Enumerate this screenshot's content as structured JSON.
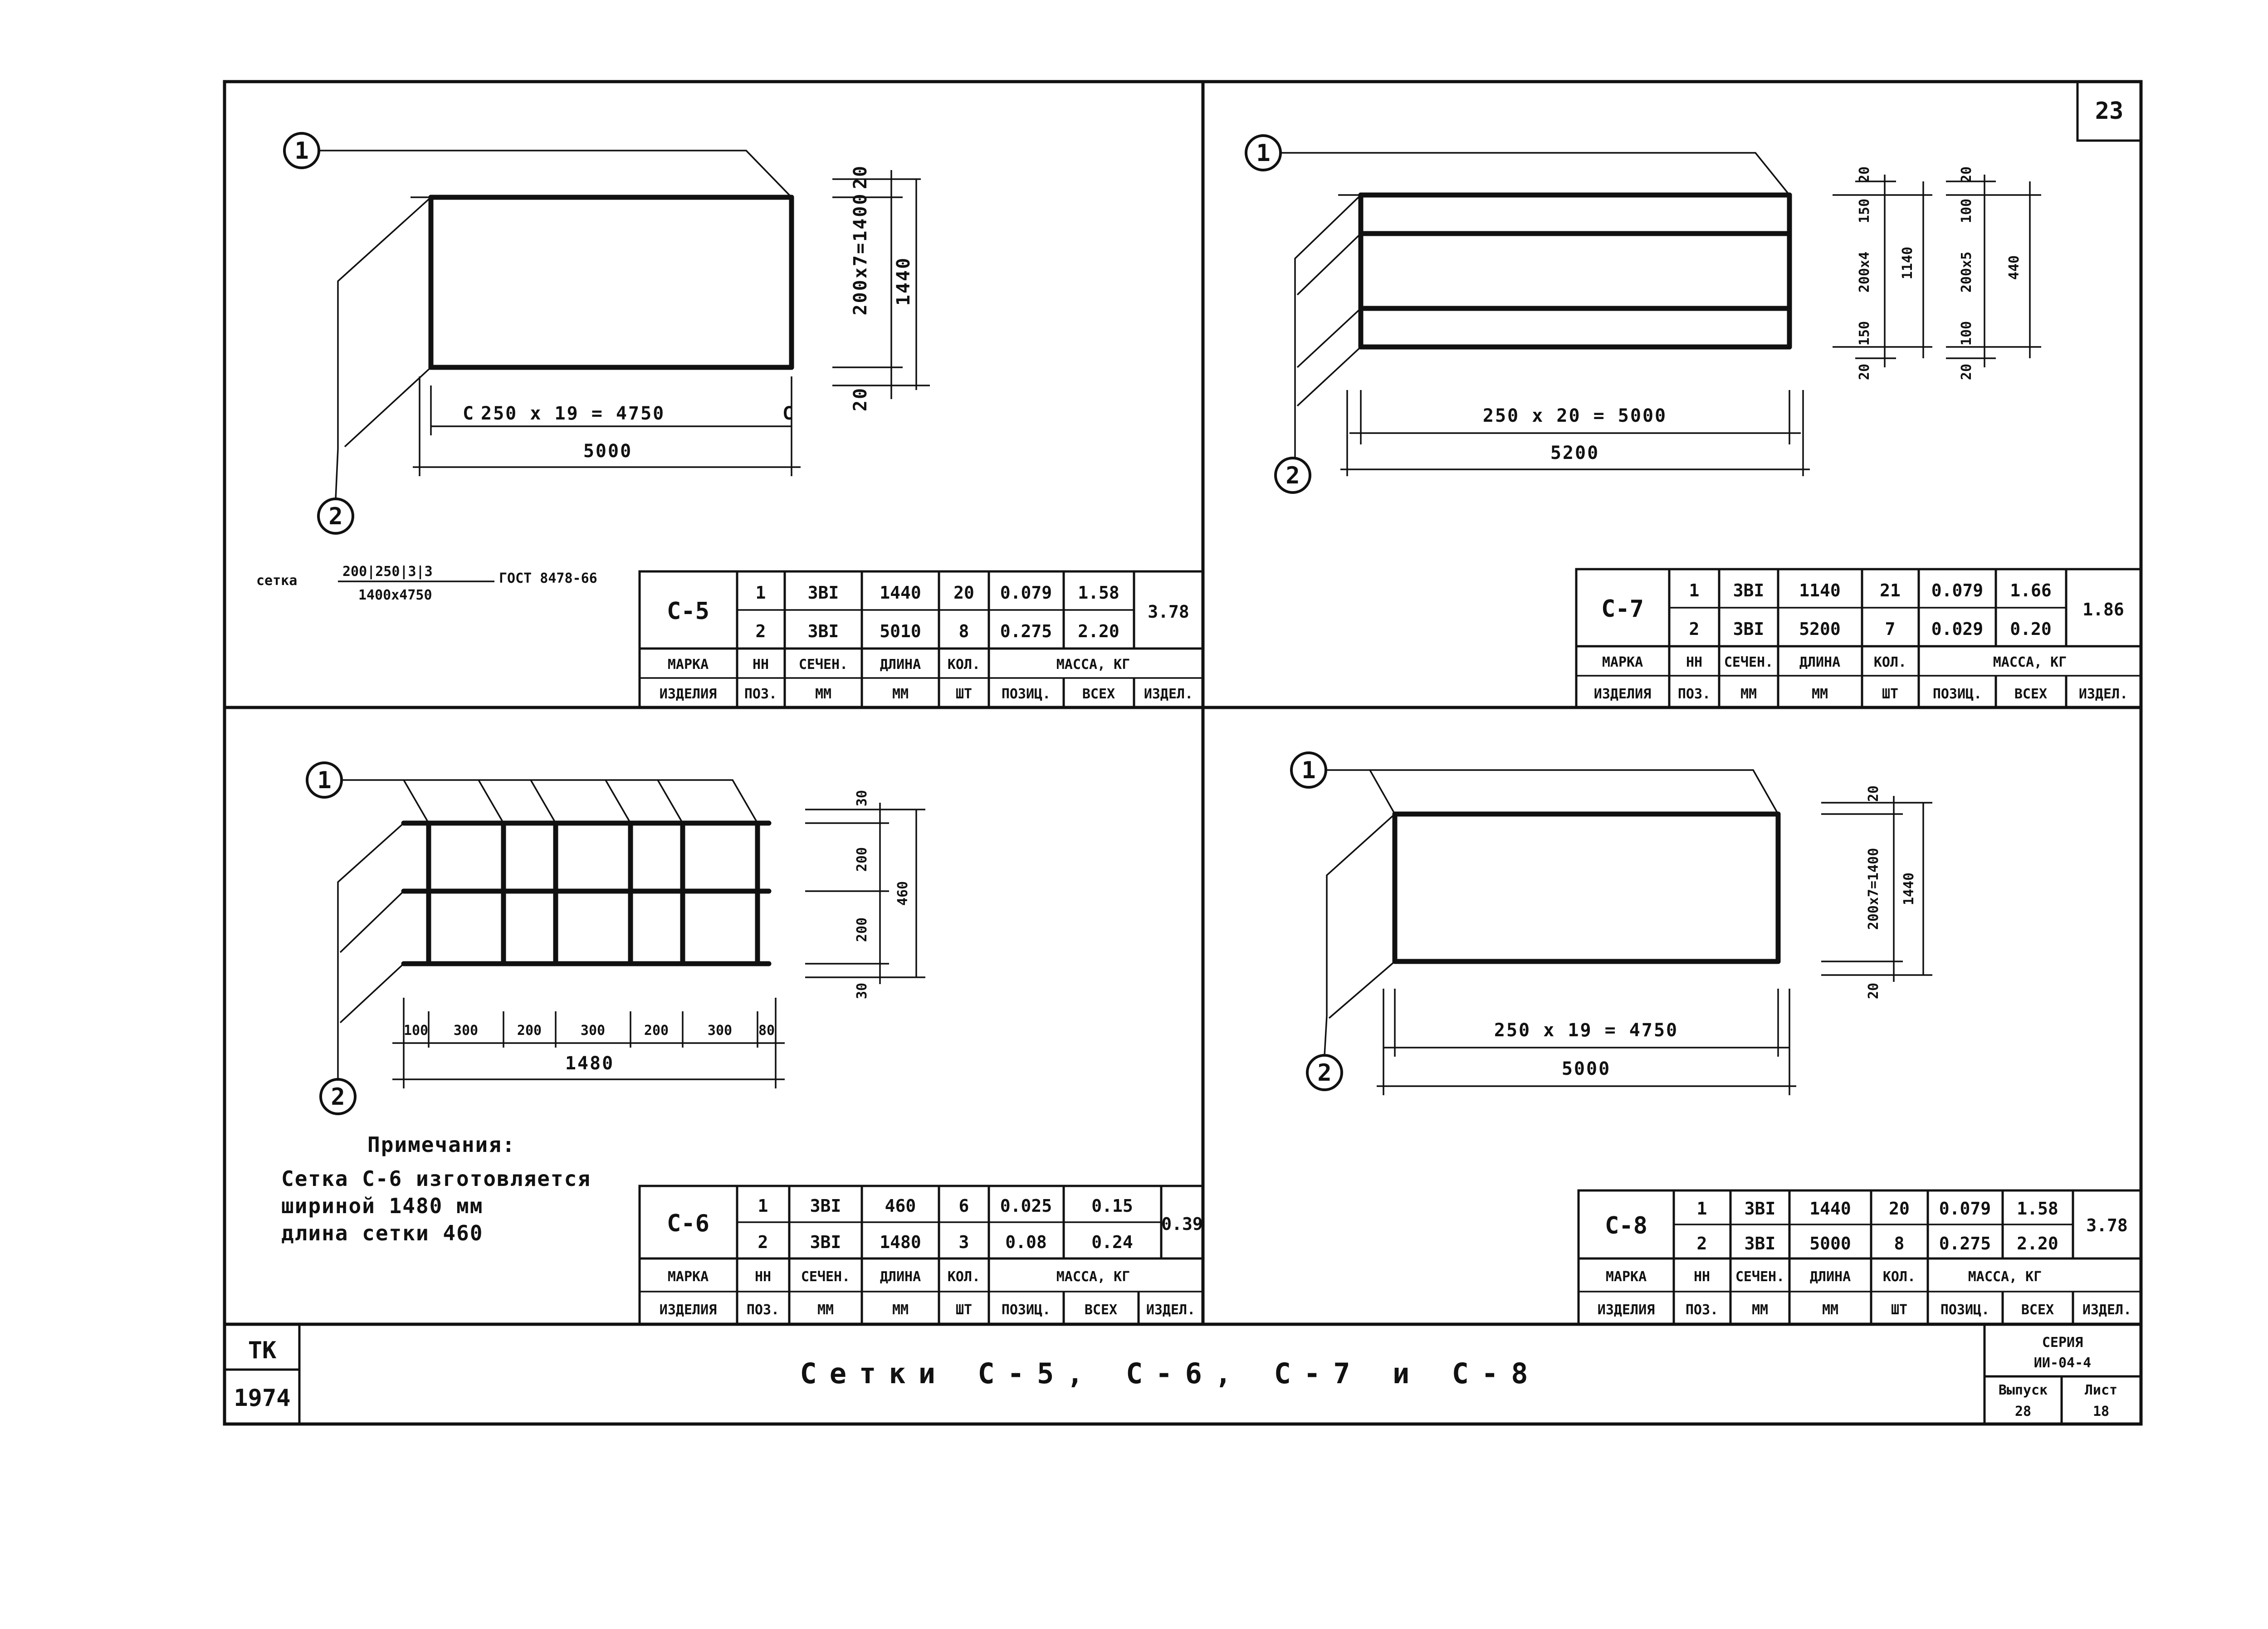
{
  "sheet": {
    "page_number": "23",
    "title": "Сетки С-5, С-6, С-7 и С-8",
    "stamp_org": "ТК",
    "stamp_year": "1974",
    "series_label": "СЕРИЯ",
    "series_value": "ИИ-04-4",
    "issue_label": "Выпуск",
    "issue_value": "28",
    "sheet_label": "Лист",
    "sheet_value": "18"
  },
  "table_headers": {
    "mark_1": "МАРКА",
    "mark_2": "ИЗДЕЛИЯ",
    "pos_1": "НН",
    "pos_2": "ПОЗ.",
    "sec_1": "СЕЧЕН.",
    "sec_2": "ММ",
    "len_1": "ДЛИНА",
    "len_2": "ММ",
    "qty_1": "КОЛ.",
    "qty_2": "ШТ",
    "mass": "МАССА, КГ",
    "mass_pos": "ПОЗИЦ.",
    "mass_all": "ВСЕХ",
    "mass_item": "ИЗДЕЛ."
  },
  "panels": {
    "c5": {
      "mark": "С-5",
      "total": "3.78",
      "rows": [
        {
          "pos": "1",
          "sec": "3ВI",
          "len": "1440",
          "qty": "20",
          "pos_mass": "0.079",
          "all_mass": "1.58"
        },
        {
          "pos": "2",
          "sec": "3ВI",
          "len": "5010",
          "qty": "8",
          "pos_mass": "0.275",
          "all_mass": "2.20"
        }
      ],
      "dims": {
        "step": "250 x 19 = 4750",
        "overall": "5000",
        "left": "С",
        "right": "С",
        "v_step": "200x7=1400",
        "v_overall": "1440",
        "v_top": "20",
        "v_bot": "20"
      },
      "callouts": [
        "1",
        "2"
      ],
      "note_prefix": "сетка",
      "note_num": "200|250|3|3",
      "note_den": "1400x4750",
      "note_suffix": "ГОСТ 8478-66"
    },
    "c7": {
      "mark": "С-7",
      "total": "1.86",
      "rows": [
        {
          "pos": "1",
          "sec": "3ВI",
          "len": "1140",
          "qty": "21",
          "pos_mass": "0.079",
          "all_mass": "1.66"
        },
        {
          "pos": "2",
          "sec": "3ВI",
          "len": "5200",
          "qty": "7",
          "pos_mass": "0.029",
          "all_mass": "0.20"
        }
      ],
      "dims": {
        "step": "250 x 20 = 5000",
        "overall": "5200",
        "v1_top": "20",
        "v1_a": "150",
        "v1_b": "200x4",
        "v1_c": "150",
        "v1_overall": "1140",
        "v1_bot": "20",
        "v2_top": "20",
        "v2_a": "100",
        "v2_b": "200x5",
        "v2_c": "100",
        "v2_overall": "440",
        "v2_bot": "20"
      },
      "callouts": [
        "1",
        "2"
      ]
    },
    "c6": {
      "mark": "С-6",
      "total": "0.39",
      "rows": [
        {
          "pos": "1",
          "sec": "3ВI",
          "len": "460",
          "qty": "6",
          "pos_mass": "0.025",
          "all_mass": "0.15"
        },
        {
          "pos": "2",
          "sec": "3ВI",
          "len": "1480",
          "qty": "3",
          "pos_mass": "0.08",
          "all_mass": "0.24"
        }
      ],
      "dims": {
        "segments": [
          "100",
          "300",
          "200",
          "300",
          "200",
          "300",
          "80"
        ],
        "overall": "1480",
        "v_top": "30",
        "v_a": "200",
        "v_b": "200",
        "v_overall": "460",
        "v_bot": "30"
      },
      "callouts": [
        "1",
        "2"
      ],
      "note_title": "Примечания:",
      "note_lines": [
        "Сетка С-6 изготовляется",
        "шириной 1480 мм",
        "длина сетки 460"
      ]
    },
    "c8": {
      "mark": "С-8",
      "total": "3.78",
      "rows": [
        {
          "pos": "1",
          "sec": "3ВI",
          "len": "1440",
          "qty": "20",
          "pos_mass": "0.079",
          "all_mass": "1.58"
        },
        {
          "pos": "2",
          "sec": "3ВI",
          "len": "5000",
          "qty": "8",
          "pos_mass": "0.275",
          "all_mass": "2.20"
        }
      ],
      "dims": {
        "step": "250 x 19 = 4750",
        "overall": "5000",
        "v_step": "200x7=1400",
        "v_overall": "1440",
        "v_top": "20",
        "v_bot": "20"
      },
      "callouts": [
        "1",
        "2"
      ]
    }
  }
}
